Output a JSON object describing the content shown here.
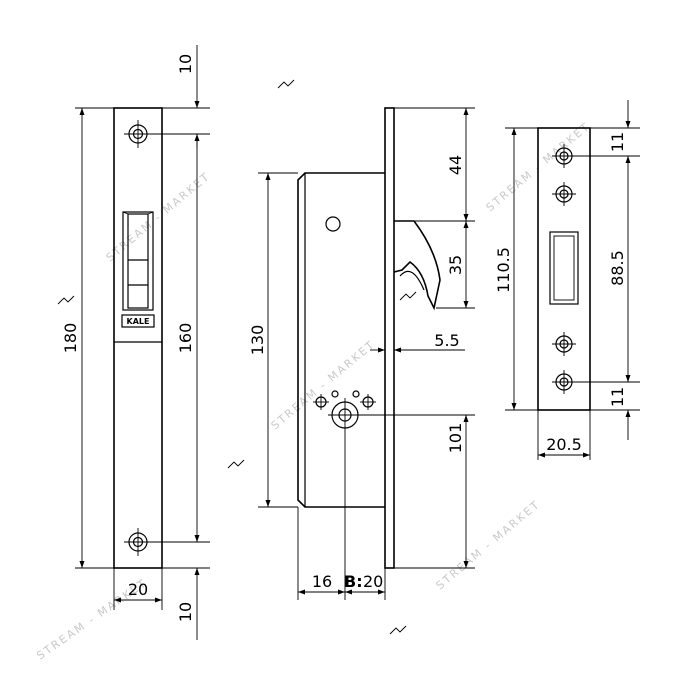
{
  "watermark": {
    "text": "STREAM - MARKET"
  },
  "brand_logo": {
    "text": "KALE"
  },
  "faceplate_view": {
    "dim_total_height": "180",
    "dim_hole_spacing": "160",
    "dim_top_offset": "10",
    "dim_bottom_offset": "10",
    "dim_width": "20"
  },
  "side_view": {
    "dim_body_height": "130",
    "dim_top": "44",
    "dim_latch": "35",
    "dim_latch_projection": "5.5",
    "dim_bottom": "101",
    "dim_depth": "16",
    "backset_label": "B:",
    "backset_value": "20"
  },
  "strike_view": {
    "dim_total_height": "110.5",
    "dim_hole_spacing": "88.5",
    "dim_top_offset": "11",
    "dim_bottom_offset": "11",
    "dim_width": "20.5"
  }
}
